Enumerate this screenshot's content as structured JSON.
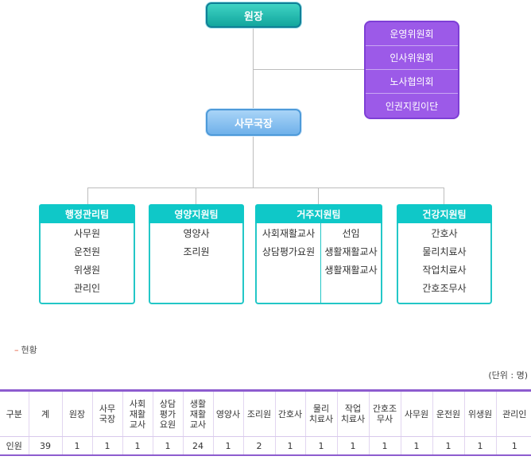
{
  "director": "원장",
  "secretary": "사무국장",
  "committees": [
    "운영위원회",
    "인사위원회",
    "노사협의회",
    "인권지킴이단"
  ],
  "teams": [
    {
      "name": "행정관리팀",
      "members": [
        "사무원",
        "운전원",
        "위생원",
        "관리인"
      ]
    },
    {
      "name": "영양지원팀",
      "members": [
        "영양사",
        "조리원"
      ]
    },
    {
      "name": "거주지원팀",
      "left": [
        "사회재활교사",
        "상담평가요원"
      ],
      "right": [
        "선임",
        "생활재활교사",
        "생활재활교사"
      ]
    },
    {
      "name": "건강지원팀",
      "members": [
        "간호사",
        "물리치료사",
        "작업치료사",
        "간호조무사"
      ]
    }
  ],
  "status_label": "현황",
  "unit": "(단위 : 명)",
  "table": {
    "headers": [
      "구분",
      "계",
      "원장",
      "사무\n국장",
      "사회\n재활\n교사",
      "상담\n평가\n요원",
      "생활\n재활\n교사",
      "영양사",
      "조리원",
      "간호사",
      "물리\n치료사",
      "작업\n치료사",
      "간호조\n무사",
      "사무원",
      "운전원",
      "위생원",
      "관리인"
    ],
    "row": [
      "인원",
      "39",
      "1",
      "1",
      "1",
      "1",
      "24",
      "1",
      "2",
      "1",
      "1",
      "1",
      "1",
      "1",
      "1",
      "1",
      "1"
    ]
  }
}
